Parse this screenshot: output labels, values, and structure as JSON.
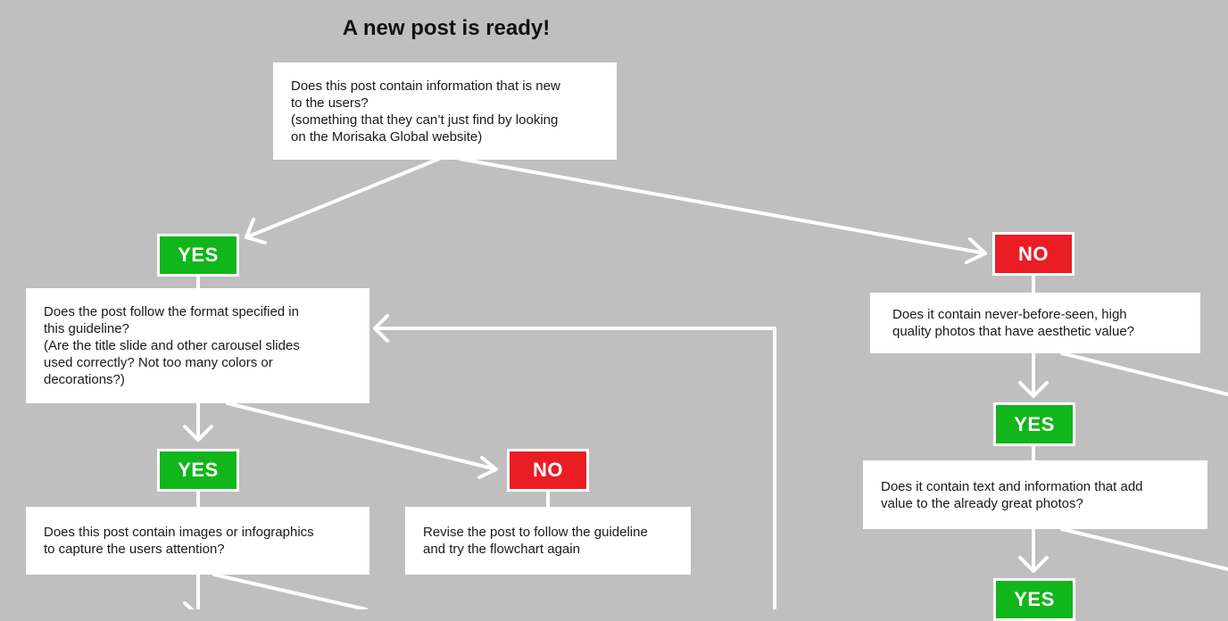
{
  "title": "A new post is ready!",
  "colors": {
    "background": "#bfbfbf",
    "yes": "#10b61a",
    "no": "#ea1c24",
    "line": "#ffffff"
  },
  "nodes": {
    "q_new_info": "Does this post contain information that is new\nto the users?\n(something that they can’t just find by looking\non the Morisaka Global website)",
    "yes_1": "YES",
    "no_1": "NO",
    "q_format": "Does the post follow the format specified in\nthis guideline?\n(Are the title slide and other carousel slides\nused correctly? Not too many colors or\ndecorations?)",
    "yes_2": "YES",
    "no_2": "NO",
    "q_images": "Does this post contain images or infographics\nto capture the users attention?",
    "revise": "Revise the post to follow the guideline\nand try the flowchart again",
    "q_photos": "Does it contain never-before-seen, high\nquality photos that have aesthetic value?",
    "yes_3": "YES",
    "q_text_value": "Does it contain text and information that add\nvalue to the already great photos?",
    "yes_4": "YES"
  }
}
